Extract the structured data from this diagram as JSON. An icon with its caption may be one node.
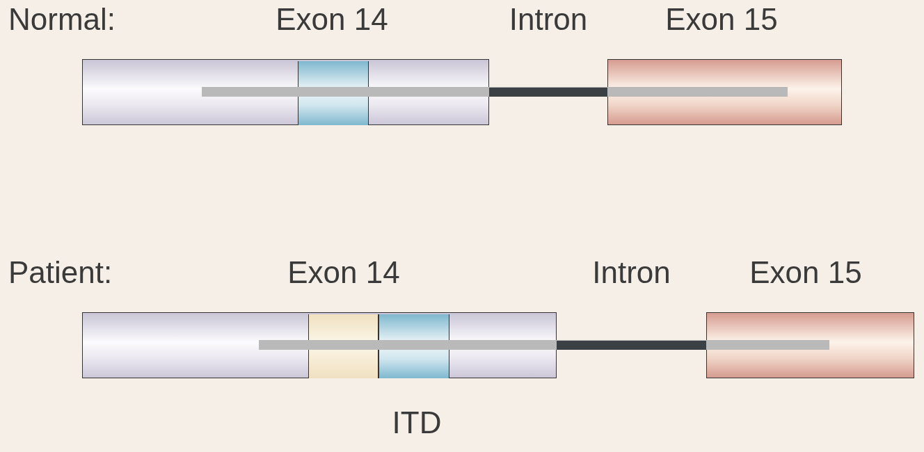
{
  "diagram": {
    "nodes": [
      {
        "text": [
          "Exon 14"
        ]
      },
      {
        "text": [],
        "shape": "box",
        "in": 0
      },
      {
        "text": [
          "Exon 15"
        ]
      },
      {
        "text": [
          "Exon 14"
        ]
      },
      {
        "text": [],
        "shape": "box",
        "in": 3
      },
      {
        "text": [],
        "shape": "box",
        "in": 3
      },
      {
        "text": [
          "Exon 15"
        ]
      }
    ],
    "edges": [
      {
        "from": 0,
        "to": 2,
        "arrow": "none",
        "label": "Intron"
      },
      {
        "from": 3,
        "to": 6,
        "arrow": "none",
        "label": "Intron"
      }
    ],
    "labels": [
      "Normal:",
      "Patient:",
      "ITD"
    ]
  }
}
